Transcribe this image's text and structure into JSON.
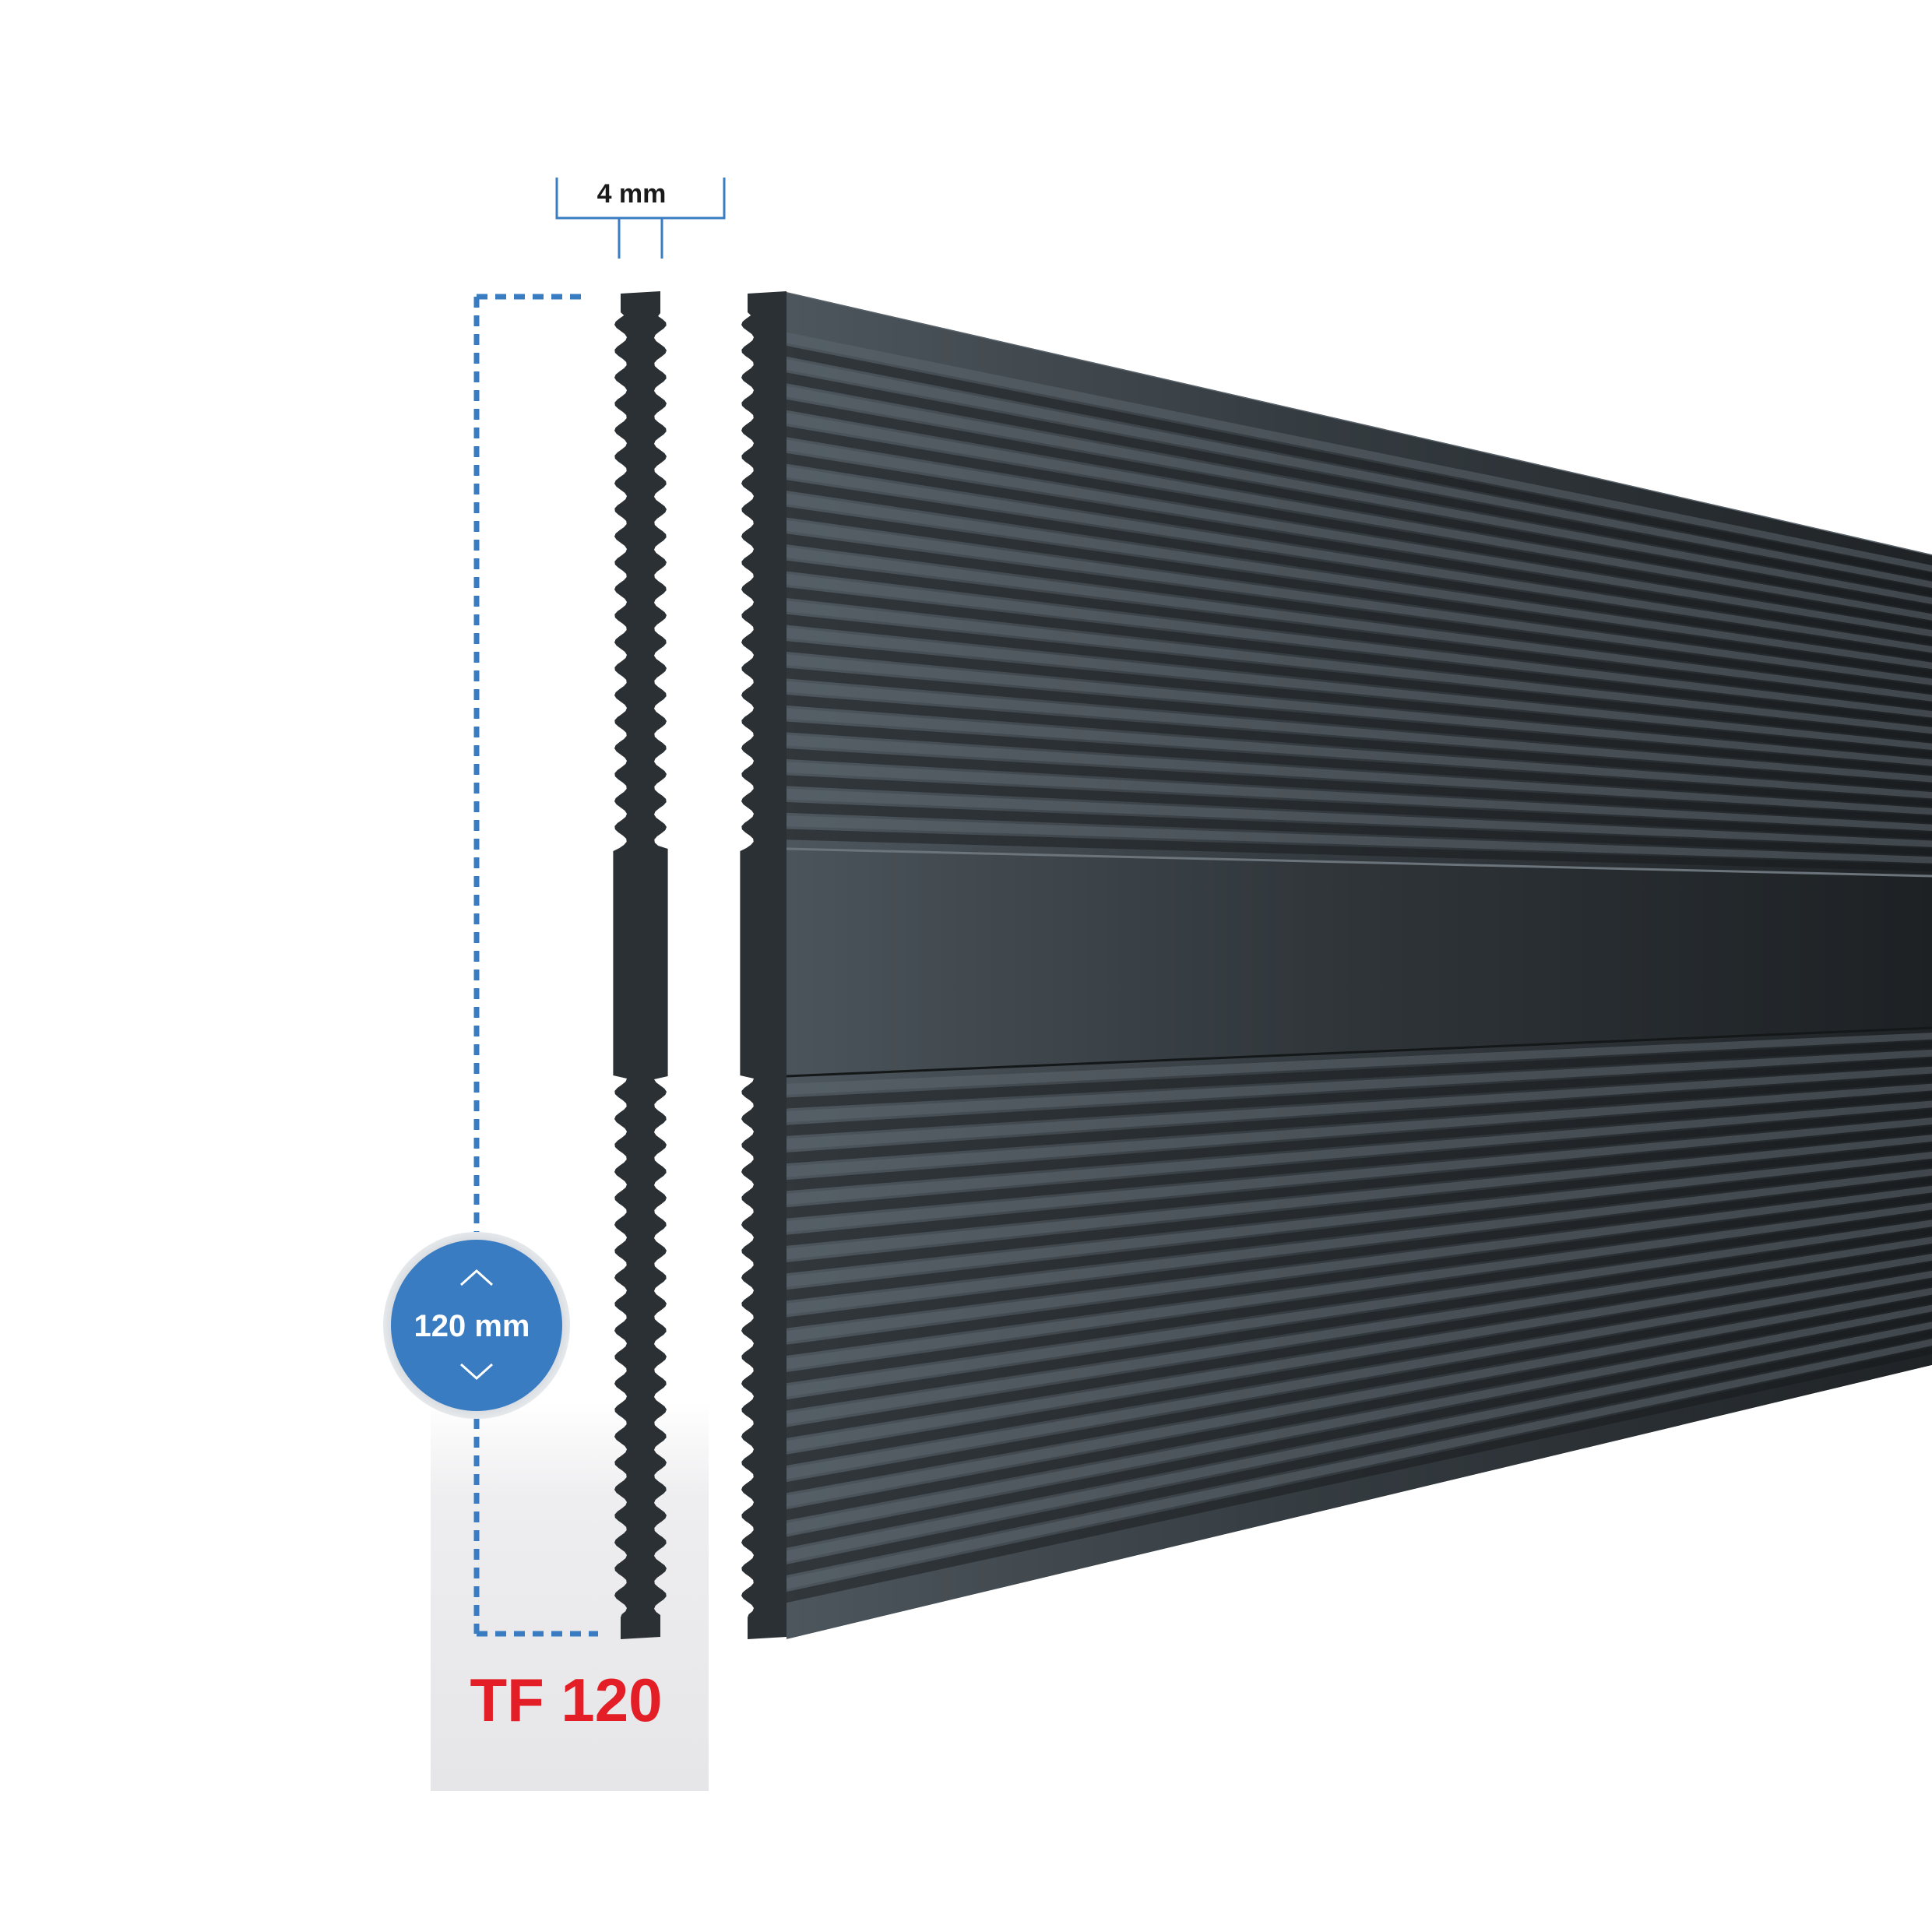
{
  "product": {
    "name": "TF 120",
    "name_color": "#e41e26"
  },
  "dimensions": {
    "thickness": {
      "label": "4 mm"
    },
    "height": {
      "label": "120 mm",
      "arrow_up_icon": "chevron-up-icon",
      "arrow_down_icon": "chevron-down-icon"
    }
  },
  "colors": {
    "panel": "#2b3034",
    "panel_light": "#4a535a",
    "dimension_line": "#3a7cc2",
    "badge": "#3a7cc2",
    "label_background": "#e8e8ea"
  }
}
